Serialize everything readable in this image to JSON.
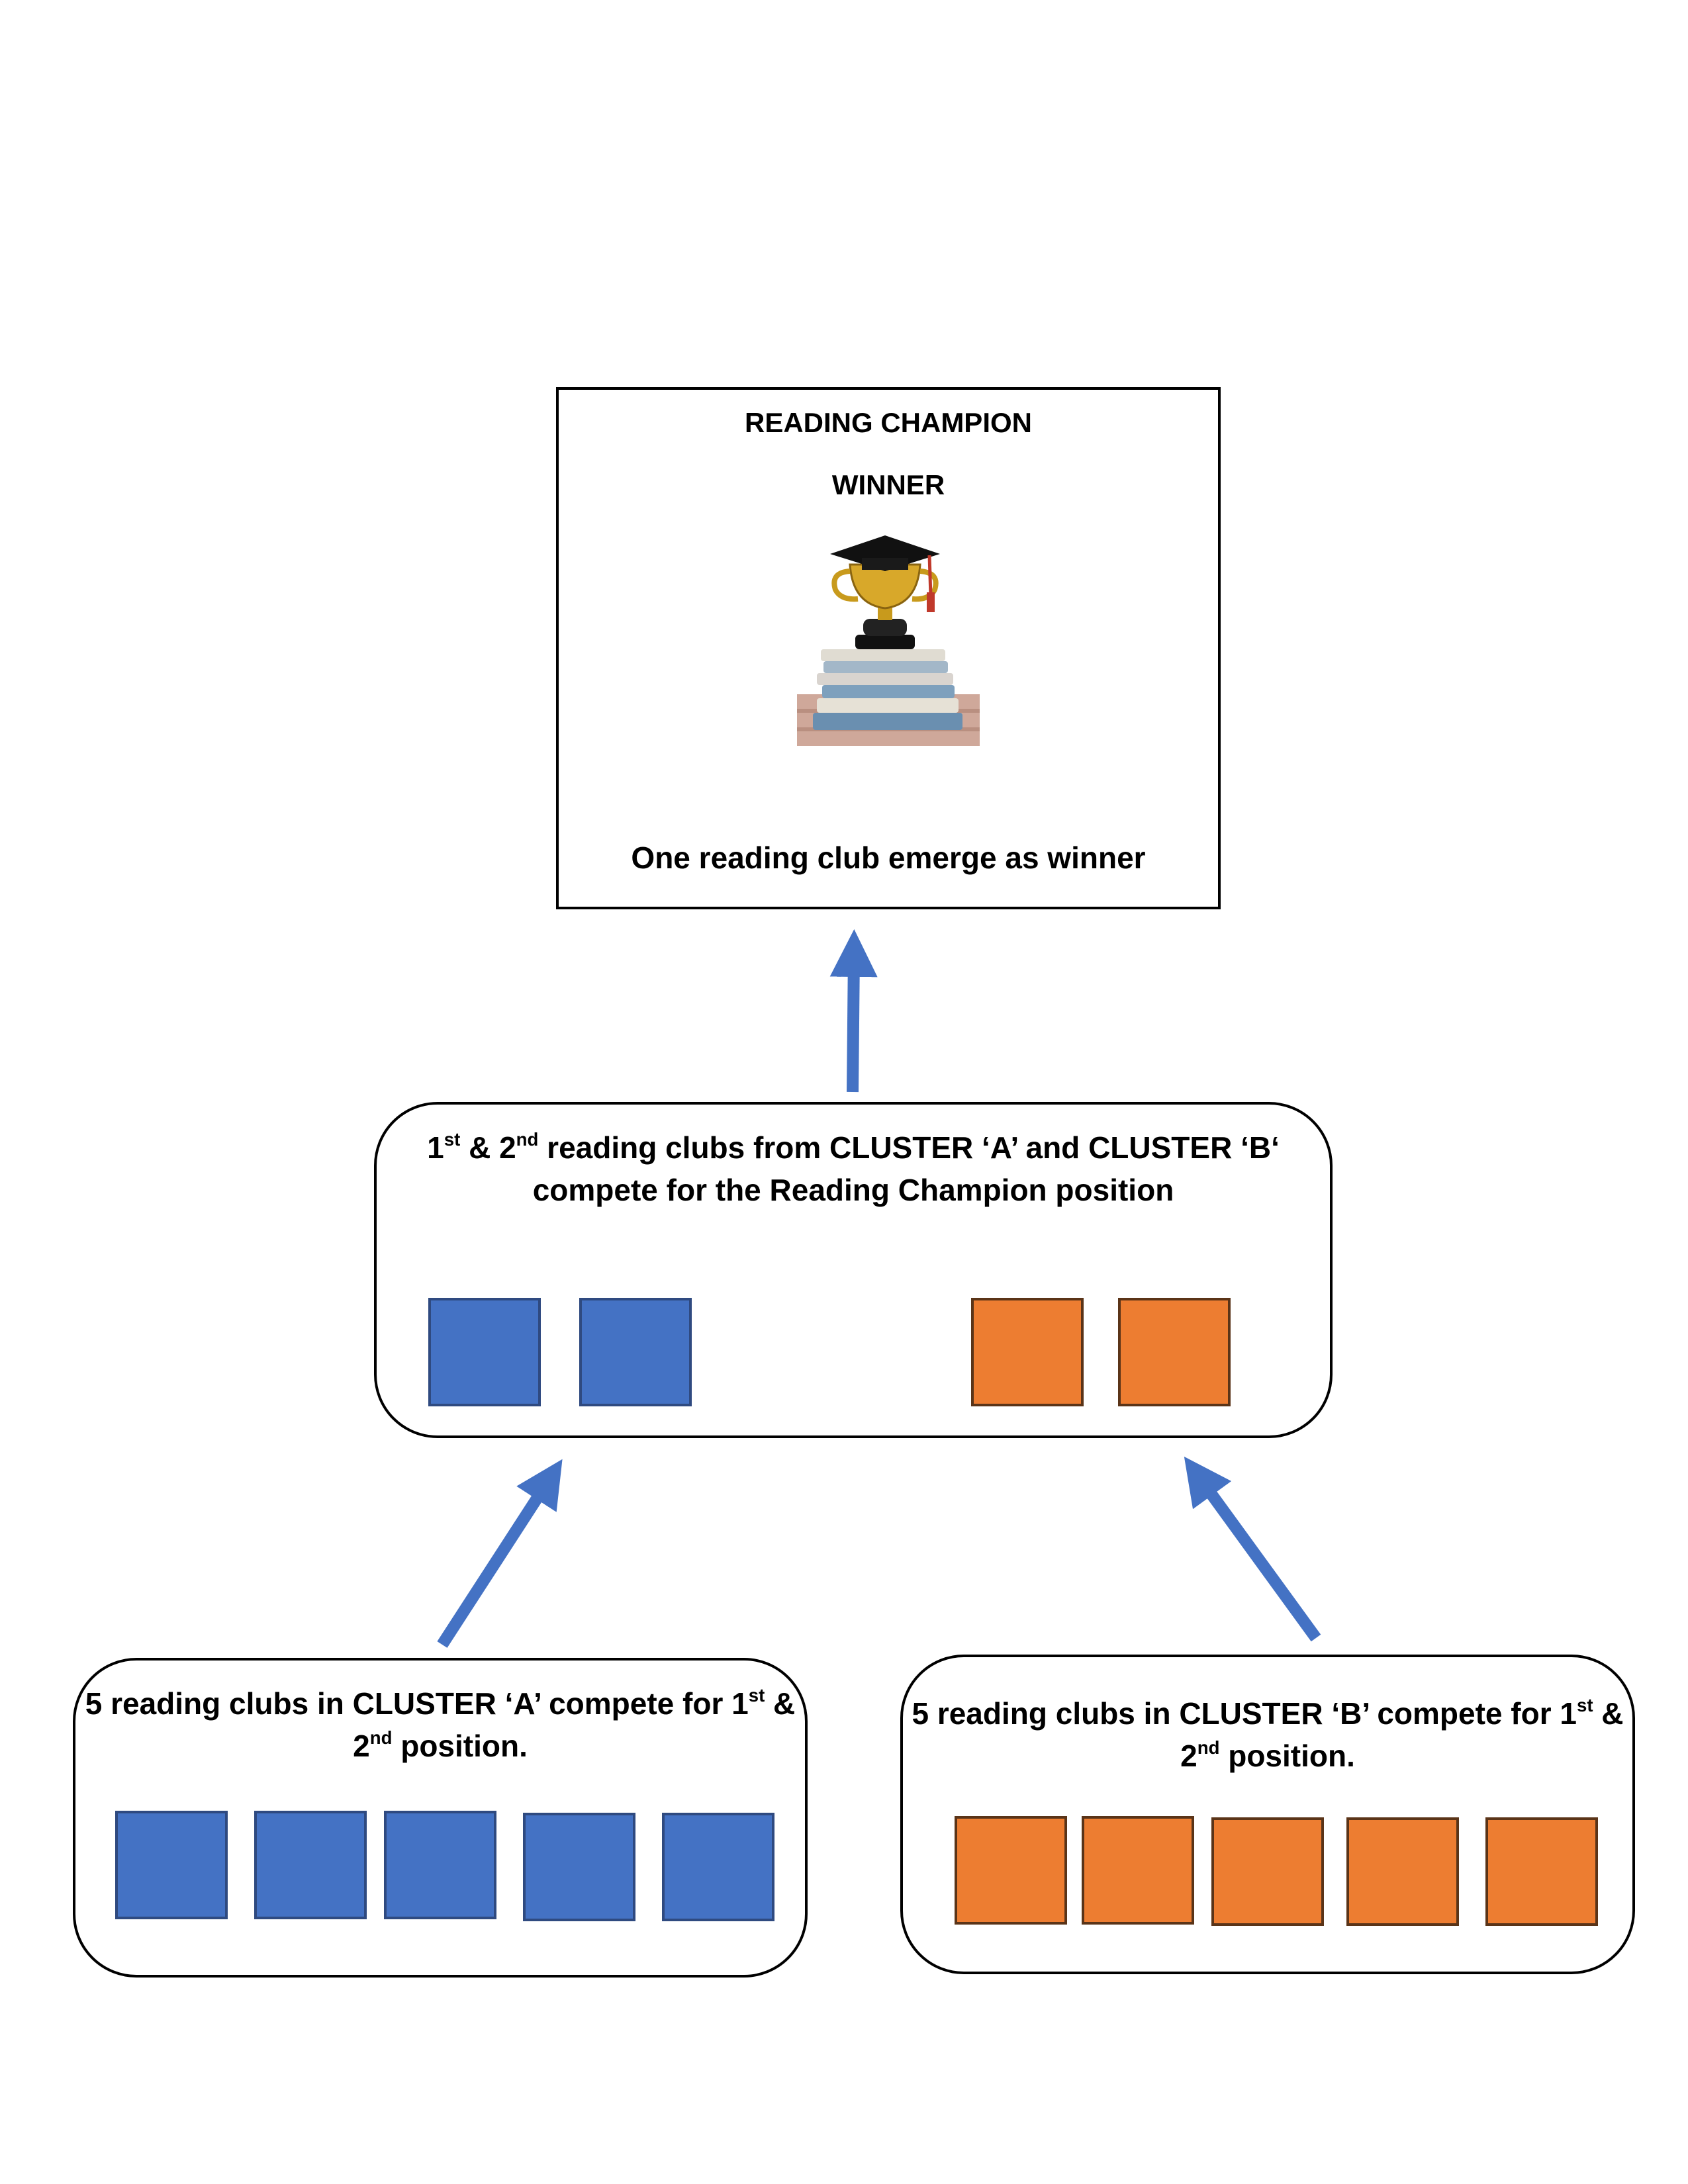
{
  "champion_box": {
    "title": "READING CHAMPION",
    "subtitle": "WINNER",
    "caption": "One reading club emerge as winner",
    "image_icon": "trophy-graduation-cap-on-books-icon"
  },
  "finals_box": {
    "line1": {
      "p1": "1",
      "s1": "st",
      "p2": " & 2",
      "s2": "nd",
      "p3": " reading clubs  from CLUSTER  ‘A’ and CLUSTER  ‘B‘"
    },
    "line2": "compete for the Reading Champion position",
    "clubs": [
      "blue",
      "blue",
      "orange",
      "orange"
    ]
  },
  "cluster_a": {
    "line1": {
      "p1": "5 reading clubs in CLUSTER ‘A’ compete for 1",
      "s1": "st",
      "p2": " &"
    },
    "line2": {
      "p1": "2",
      "s1": "nd",
      "p2": " position."
    },
    "clubs": 5,
    "color": "#4472C4"
  },
  "cluster_b": {
    "line1": {
      "p1": "5 reading clubs in CLUSTER ‘B’ compete for 1",
      "s1": "st",
      "p2": " &"
    },
    "line2": {
      "p1": "2",
      "s1": "nd",
      "p2": " position."
    },
    "clubs": 5,
    "color": "#ED7D31"
  },
  "arrow_color": "#4472C4"
}
